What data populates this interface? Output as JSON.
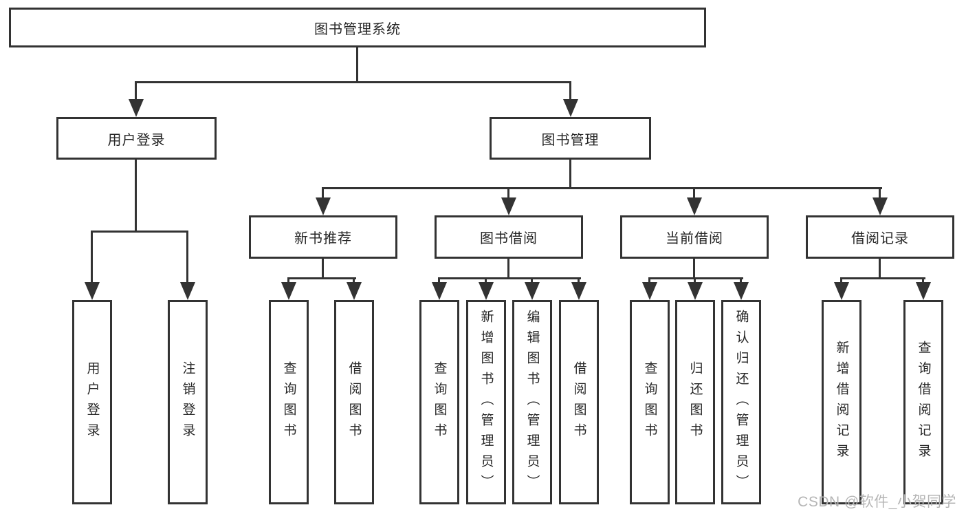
{
  "diagram": {
    "title_box": {
      "label": "图书管理系统"
    },
    "level2": {
      "user_login": {
        "label": "用户登录"
      },
      "book_mgmt": {
        "label": "图书管理"
      }
    },
    "level3": {
      "new_books": {
        "label": "新书推荐"
      },
      "book_borrow": {
        "label": "图书借阅"
      },
      "current_borrow": {
        "label": "当前借阅"
      },
      "borrow_records": {
        "label": "借阅记录"
      }
    },
    "leaves": {
      "user_login": [
        "用户登录",
        "注销登录"
      ],
      "new_books": [
        "查询图书",
        "借阅图书"
      ],
      "book_borrow": [
        "查询图书",
        "新增图书（管理员）",
        "编辑图书（管理员）",
        "借阅图书"
      ],
      "current_borrow": [
        "查询图书",
        "归还图书",
        "确认归还（管理员）"
      ],
      "borrow_records": [
        "新增借阅记录",
        "查询借阅记录"
      ]
    }
  },
  "watermark": {
    "text": "CSDN @软件_小贺同学",
    "color": "#b5b5b5"
  },
  "colors": {
    "line": "#333333",
    "text": "#262626",
    "background": "#ffffff"
  }
}
